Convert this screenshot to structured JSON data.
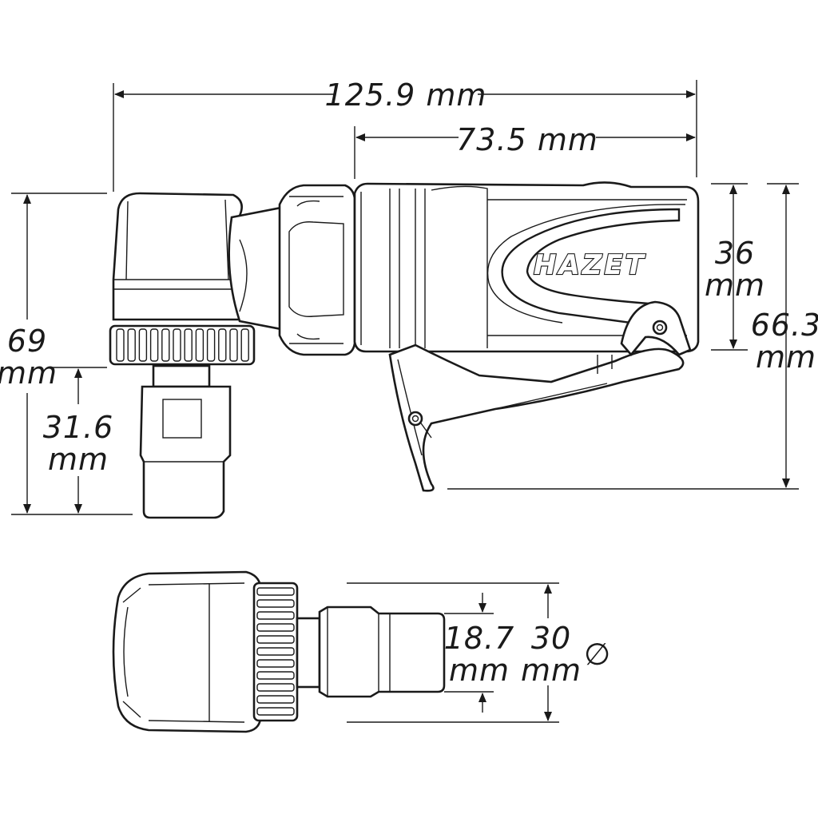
{
  "brand": "HAZET",
  "dimensions": {
    "total_length": "125.9 mm",
    "body_length": "73.5 mm",
    "grip_height_value": "36",
    "grip_height_unit": "mm",
    "total_height_value": "66.3",
    "total_height_unit": "mm",
    "head_height_value": "69",
    "head_height_unit": "mm",
    "spindle_height_value": "31.6",
    "spindle_height_unit": "mm",
    "inner_diameter_value": "18.7",
    "inner_diameter_unit": "mm",
    "outer_diameter_value": "30",
    "outer_diameter_unit": "mm",
    "diameter_symbol": "∅"
  }
}
